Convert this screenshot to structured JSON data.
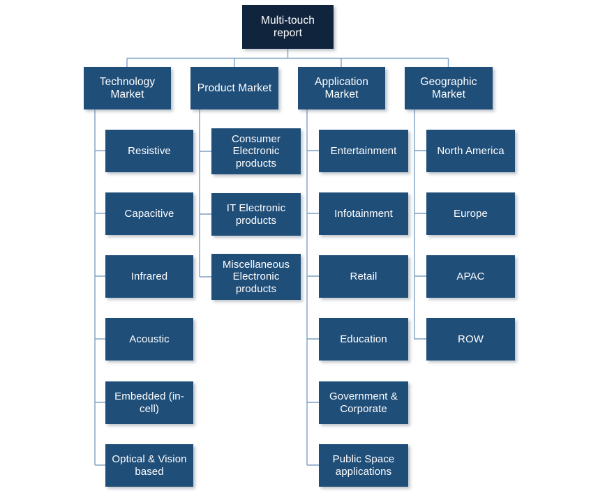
{
  "diagram": {
    "type": "organizational-tree",
    "title": "Multi-touch report market segmentation",
    "colors": {
      "root_fill": "#10243E",
      "branch_fill": "#1F4E79",
      "leaf_fill": "#1F4E79",
      "connector": "#7E9FC4",
      "text": "#FFFFFF",
      "background": "#FFFFFF"
    },
    "root": {
      "label": "Multi-touch report"
    },
    "branches": [
      {
        "id": "technology-market",
        "label": "Technology Market",
        "children": [
          {
            "label": "Resistive"
          },
          {
            "label": "Capacitive"
          },
          {
            "label": "Infrared"
          },
          {
            "label": "Acoustic"
          },
          {
            "label": "Embedded (in-cell)"
          },
          {
            "label": "Optical & Vision based"
          }
        ]
      },
      {
        "id": "product-market",
        "label": "Product Market",
        "children": [
          {
            "label": "Consumer Electronic products"
          },
          {
            "label": "IT Electronic products"
          },
          {
            "label": "Miscellaneous Electronic products"
          }
        ]
      },
      {
        "id": "application-market",
        "label": "Application Market",
        "children": [
          {
            "label": "Entertainment"
          },
          {
            "label": "Infotainment"
          },
          {
            "label": "Retail"
          },
          {
            "label": "Education"
          },
          {
            "label": "Government & Corporate"
          },
          {
            "label": "Public Space applications"
          }
        ]
      },
      {
        "id": "geographic-market",
        "label": "Geographic Market",
        "children": [
          {
            "label": "North America"
          },
          {
            "label": "Europe"
          },
          {
            "label": "APAC"
          },
          {
            "label": "ROW"
          }
        ]
      }
    ]
  }
}
